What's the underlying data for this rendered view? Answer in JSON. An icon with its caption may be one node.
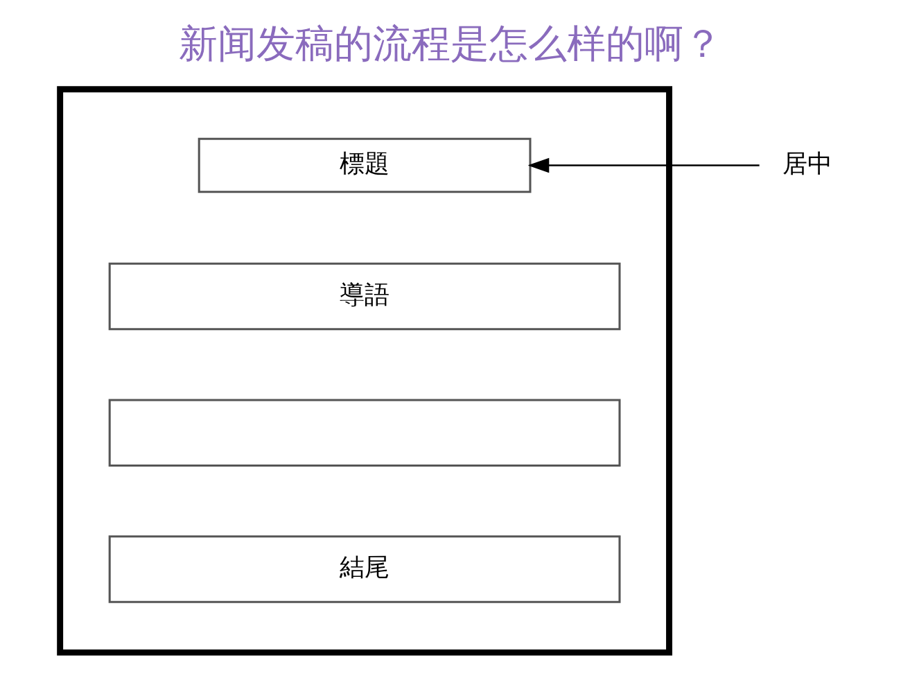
{
  "diagram": {
    "title": "新闻发稿的流程是怎么样的啊？",
    "nodes": [
      {
        "text": [],
        "shape": "box"
      },
      {
        "text": [
          "標題"
        ],
        "in": 0
      },
      {
        "text": [
          "導語"
        ],
        "in": 0
      },
      {
        "text": [],
        "shape": "box",
        "in": 0
      },
      {
        "text": [
          "結尾"
        ],
        "in": 0
      },
      {
        "text": [
          "居中"
        ]
      }
    ],
    "edges": [
      {
        "from": 5,
        "to": 1,
        "arrow": "to"
      }
    ]
  }
}
